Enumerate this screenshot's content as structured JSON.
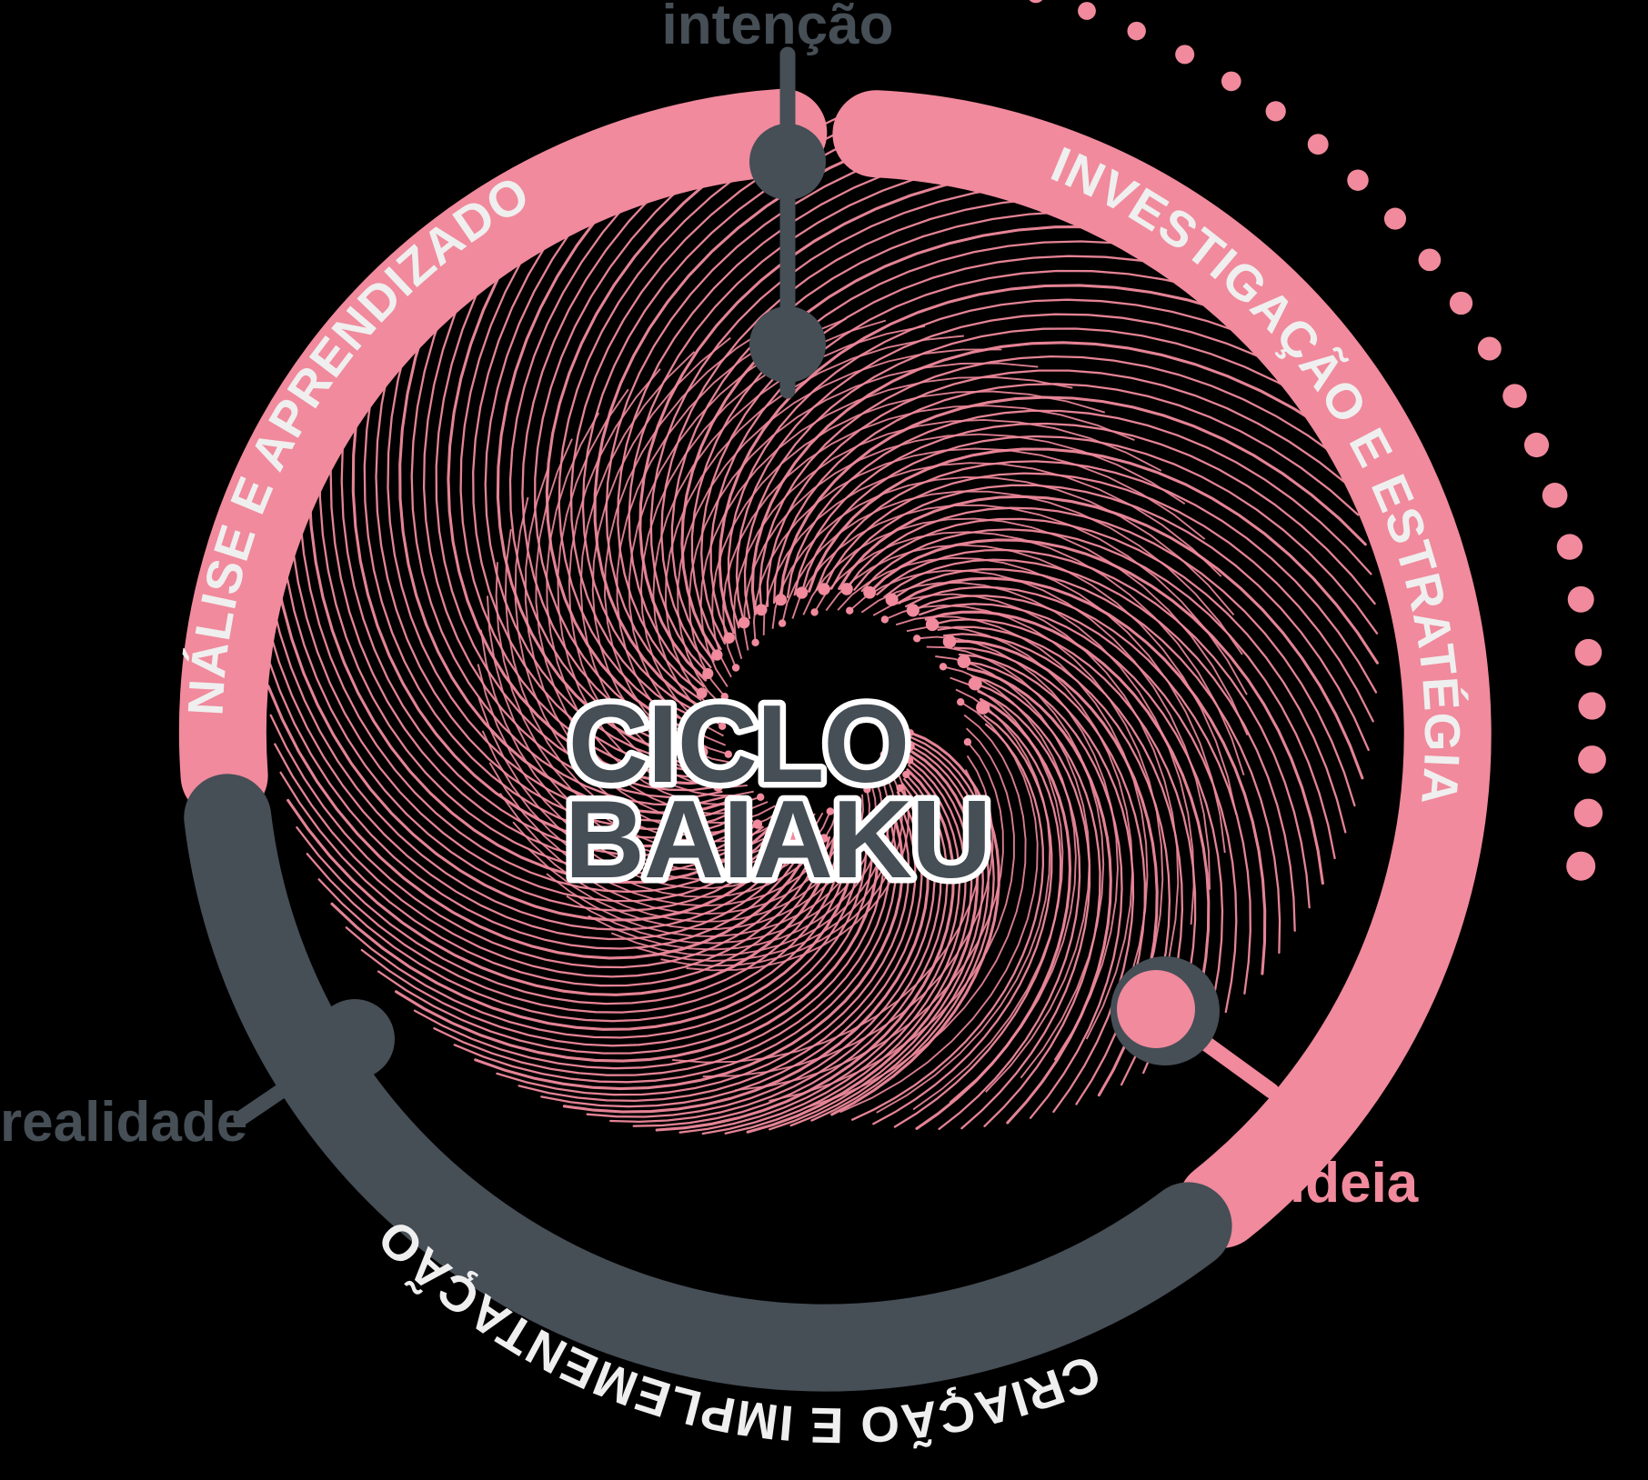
{
  "theme": {
    "background": "#000000",
    "pink": "#F08A9C",
    "pink_light": "#F29FAE",
    "dark": "#464E56",
    "label_text": "#EFEFEF",
    "white": "#FFFFFF"
  },
  "center": {
    "line1": "CICLO",
    "line2": "BAIAKU"
  },
  "arcs": [
    {
      "id": "analise",
      "label": "ANÁLISE E APRENDIZADOS",
      "color": "#F08A9C",
      "text_color": "#EFEFEF",
      "start_deg": 185,
      "end_deg": 272
    },
    {
      "id": "investigacao",
      "label": "INVESTIGAÇÃO E ESTRATÉGIA",
      "color": "#F08A9C",
      "text_color": "#EFEFEF",
      "start_deg": 284,
      "end_deg": 10
    },
    {
      "id": "criacao",
      "label": "CRIAÇÃO E IMPLEMENTAÇÃO",
      "color": "#464E56",
      "text_color": "#EFEFEF",
      "start_deg": 18,
      "end_deg": 175
    }
  ],
  "nodes": [
    {
      "id": "intencao",
      "label": "intenção",
      "label_color": "#464E56",
      "dot_fill": "#464E56",
      "connector_color": "#464E56",
      "style": "solid-dark"
    },
    {
      "id": "realidade",
      "label": "realidade",
      "label_color": "#464E56",
      "dot_fill": "#464E56",
      "connector_color": "#464E56",
      "style": "solid-dark"
    },
    {
      "id": "ideia",
      "label": "ideia",
      "label_color": "#F08A9C",
      "dot_fill": "#F08A9C",
      "connector_color": "#F08A9C",
      "style": "ring-dark-pink-core"
    }
  ],
  "dotted_arc": {
    "id": "dotted-flow",
    "color": "#F08A9C",
    "dot_count": 24
  },
  "spiral": {
    "id": "spiral-core",
    "color": "#F08A9C",
    "arm_count": 120,
    "dot_radius": 7
  }
}
